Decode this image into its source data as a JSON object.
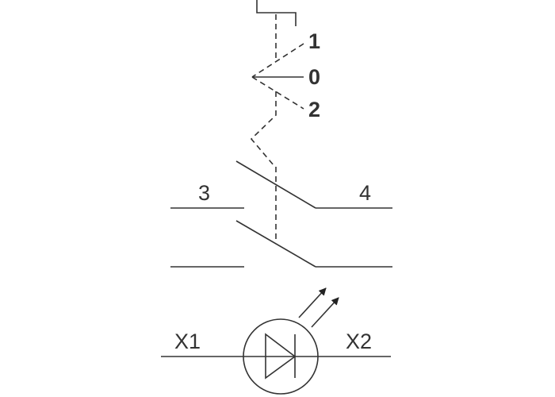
{
  "diagram": {
    "selector_positions": [
      "1",
      "0",
      "2"
    ],
    "contact_labels": [
      "3",
      "4"
    ],
    "led_terminals": [
      "X1",
      "X2"
    ],
    "line_color": "#333333"
  }
}
